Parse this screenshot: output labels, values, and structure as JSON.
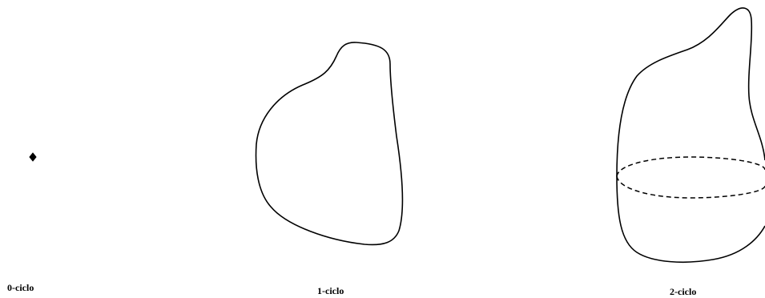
{
  "figures": [
    {
      "label": "0-ciclo"
    },
    {
      "label": "1-ciclo"
    },
    {
      "label": "2-ciclo"
    }
  ],
  "colors": {
    "stroke": "#000000",
    "background": "#ffffff"
  }
}
